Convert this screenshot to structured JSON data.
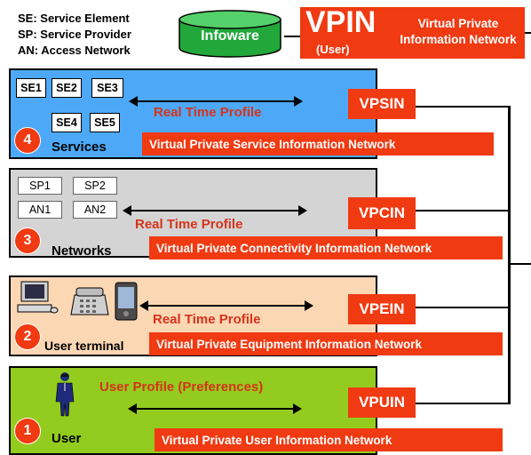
{
  "legend": {
    "se": "SE: Service Element",
    "sp": "SP: Service Provider",
    "an": "AN: Access Network"
  },
  "infoware": {
    "label": "Infoware"
  },
  "vpin": {
    "title": "VPIN",
    "subtitle": "(User)",
    "description": "Virtual Private Information Network"
  },
  "layers": {
    "services": {
      "number": "4",
      "title": "Services",
      "boxes": [
        "SE1",
        "SE2",
        "SE3",
        "SE4",
        "SE5"
      ],
      "profile": "Real Time Profile",
      "tag": "VPSIN",
      "network": "Virtual Private Service Information Network",
      "color": "#4da9f7"
    },
    "networks": {
      "number": "3",
      "title": "Networks",
      "boxes": [
        "SP1",
        "SP2",
        "AN1",
        "AN2"
      ],
      "profile": "Real Time Profile",
      "tag": "VPCIN",
      "network": "Virtual Private Connectivity Information Network",
      "color": "#d4d4d4"
    },
    "terminal": {
      "number": "2",
      "title": "User terminal",
      "profile": "Real Time Profile",
      "tag": "VPEIN",
      "network": "Virtual Private Equipment Information Network",
      "color": "#fcd7b4"
    },
    "user": {
      "number": "1",
      "title": "User",
      "profile": "User Profile (Preferences)",
      "tag": "VPUIN",
      "network": "Virtual Private User Information Network",
      "color": "#93cc1e"
    }
  },
  "colors": {
    "accent": "#f03a12",
    "profile_text": "#d6331a",
    "infoware": "#22a83a"
  }
}
